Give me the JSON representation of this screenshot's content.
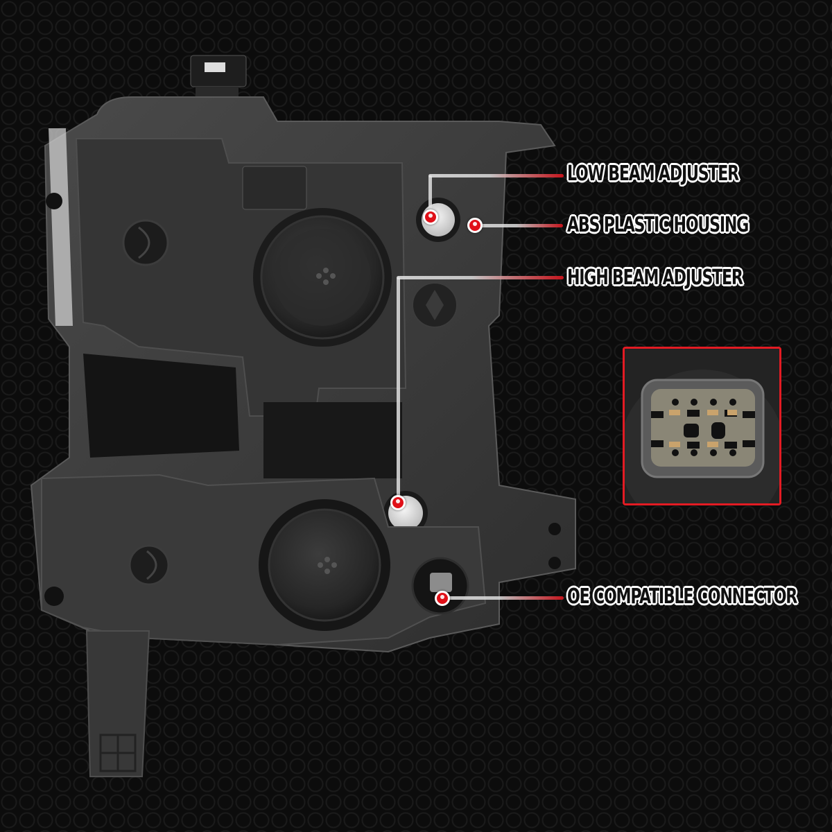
{
  "image": {
    "subject": "headlight-housing-rear-view",
    "background_color": "#0c0c0c",
    "accent_color": "#e31b23"
  },
  "callouts": [
    {
      "id": "low-beam",
      "label": "LOW BEAM ADJUSTER"
    },
    {
      "id": "housing",
      "label": "ABS PLASTIC HOUSING"
    },
    {
      "id": "high-beam",
      "label": "HIGH BEAM ADJUSTER"
    },
    {
      "id": "connector",
      "label": "OE COMPATIBLE CONNECTOR"
    }
  ],
  "inset": {
    "subject": "connector-closeup",
    "border_color": "#e31b23"
  }
}
